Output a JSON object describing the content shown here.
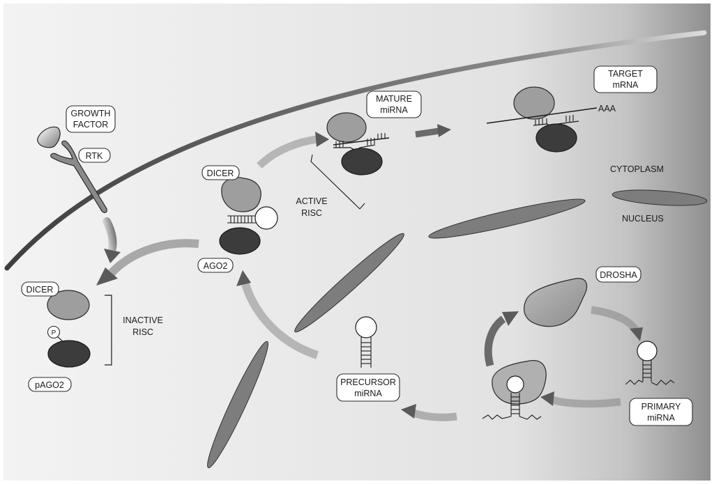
{
  "labels": {
    "growth_factor": [
      "GROWTH",
      "FACTOR"
    ],
    "rtk": "RTK",
    "dicer_top": "DICER",
    "ago2": "AGO2",
    "dicer_bottom": "DICER",
    "p": "P",
    "pago2": "pAGO2",
    "inactive_risc": [
      "INACTIVE",
      "RISC"
    ],
    "active_risc": [
      "ACTIVE",
      "RISC"
    ],
    "mature_mirna": [
      "MATURE",
      "miRNA"
    ],
    "target_mrna": [
      "TARGET",
      "mRNA"
    ],
    "aaa": "AAA",
    "cytoplasm": "CYTOPLASM",
    "nucleus": "NUCLEUS",
    "drosha": "DROSHA",
    "precursor_mirna": [
      "PRECURSOR",
      "miRNA"
    ],
    "primary_mirna": [
      "PRIMARY",
      "miRNA"
    ]
  },
  "colors": {
    "dicer_fill": "#9e9e9e",
    "ago_fill": "#3c3c3c",
    "organelle_fill": "#7d7d7d",
    "arrow": "#5a5a5a"
  }
}
